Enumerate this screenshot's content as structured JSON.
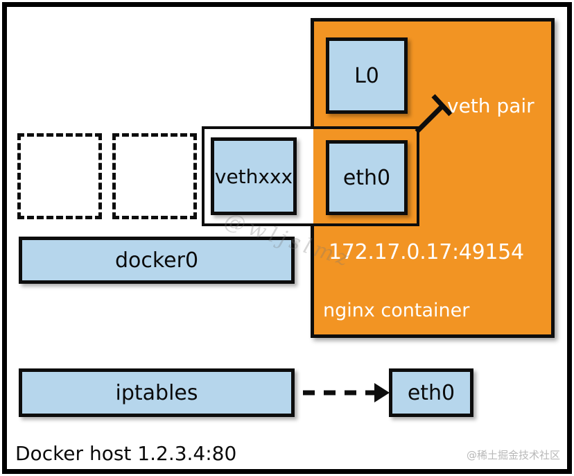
{
  "diagram": {
    "title": "Docker host 1.2.3.4:80",
    "watermark_diagonal": "@wljslmz",
    "watermark_site": "@稀土掘金技术社区",
    "colors": {
      "container_fill": "#f29423",
      "node_fill": "#b6d6ec",
      "stroke": "#0d0d0d",
      "background": "#ffffff",
      "label_on_container": "#ffffff"
    }
  },
  "container": {
    "label": "nginx container",
    "ip_port": "172.17.0.17:49154",
    "interfaces": [
      {
        "label": "L0"
      },
      {
        "label": "eth0"
      }
    ]
  },
  "veth": {
    "label": "veth pair",
    "host_side": "vethxxx",
    "container_side": "eth0"
  },
  "host": {
    "bridge": "docker0",
    "firewall": "iptables",
    "nic": "eth0",
    "placeholders": [
      {
        "label": ""
      },
      {
        "label": ""
      }
    ]
  }
}
